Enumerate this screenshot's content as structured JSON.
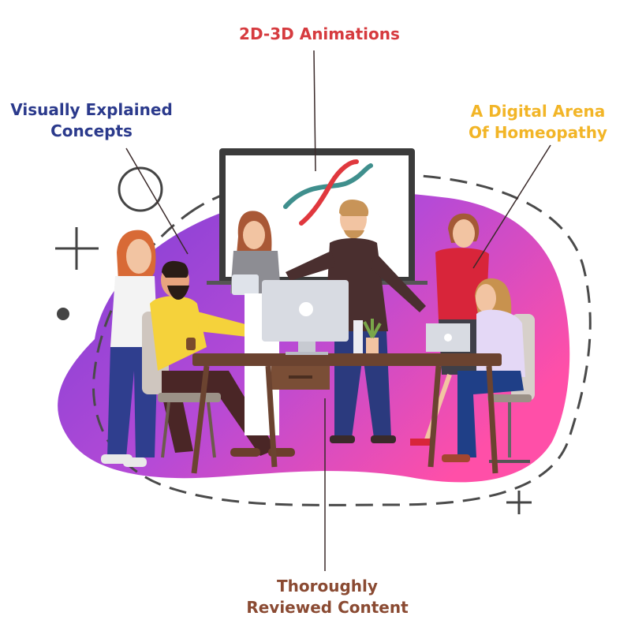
{
  "labels": {
    "animations": {
      "text": "2D-3D Animations",
      "color": "#d63b3f"
    },
    "visual": {
      "line1": "Visually Explained",
      "line2": "Concepts",
      "color": "#2b3a8c"
    },
    "arena": {
      "line1": "A Digital Arena",
      "line2": "Of Homeopathy",
      "color": "#f2b527"
    },
    "reviewed": {
      "line1": "Thoroughly",
      "line2": "Reviewed Content",
      "color": "#8a4a32"
    }
  },
  "palette": {
    "blob_start": "#7b3fd6",
    "blob_end": "#ff4fa8",
    "leader": "#3a2a2a",
    "desk": "#6b4330",
    "screen_frame": "#3b3b3b",
    "wave_red": "#e0383e",
    "wave_teal": "#3f8f8d"
  }
}
